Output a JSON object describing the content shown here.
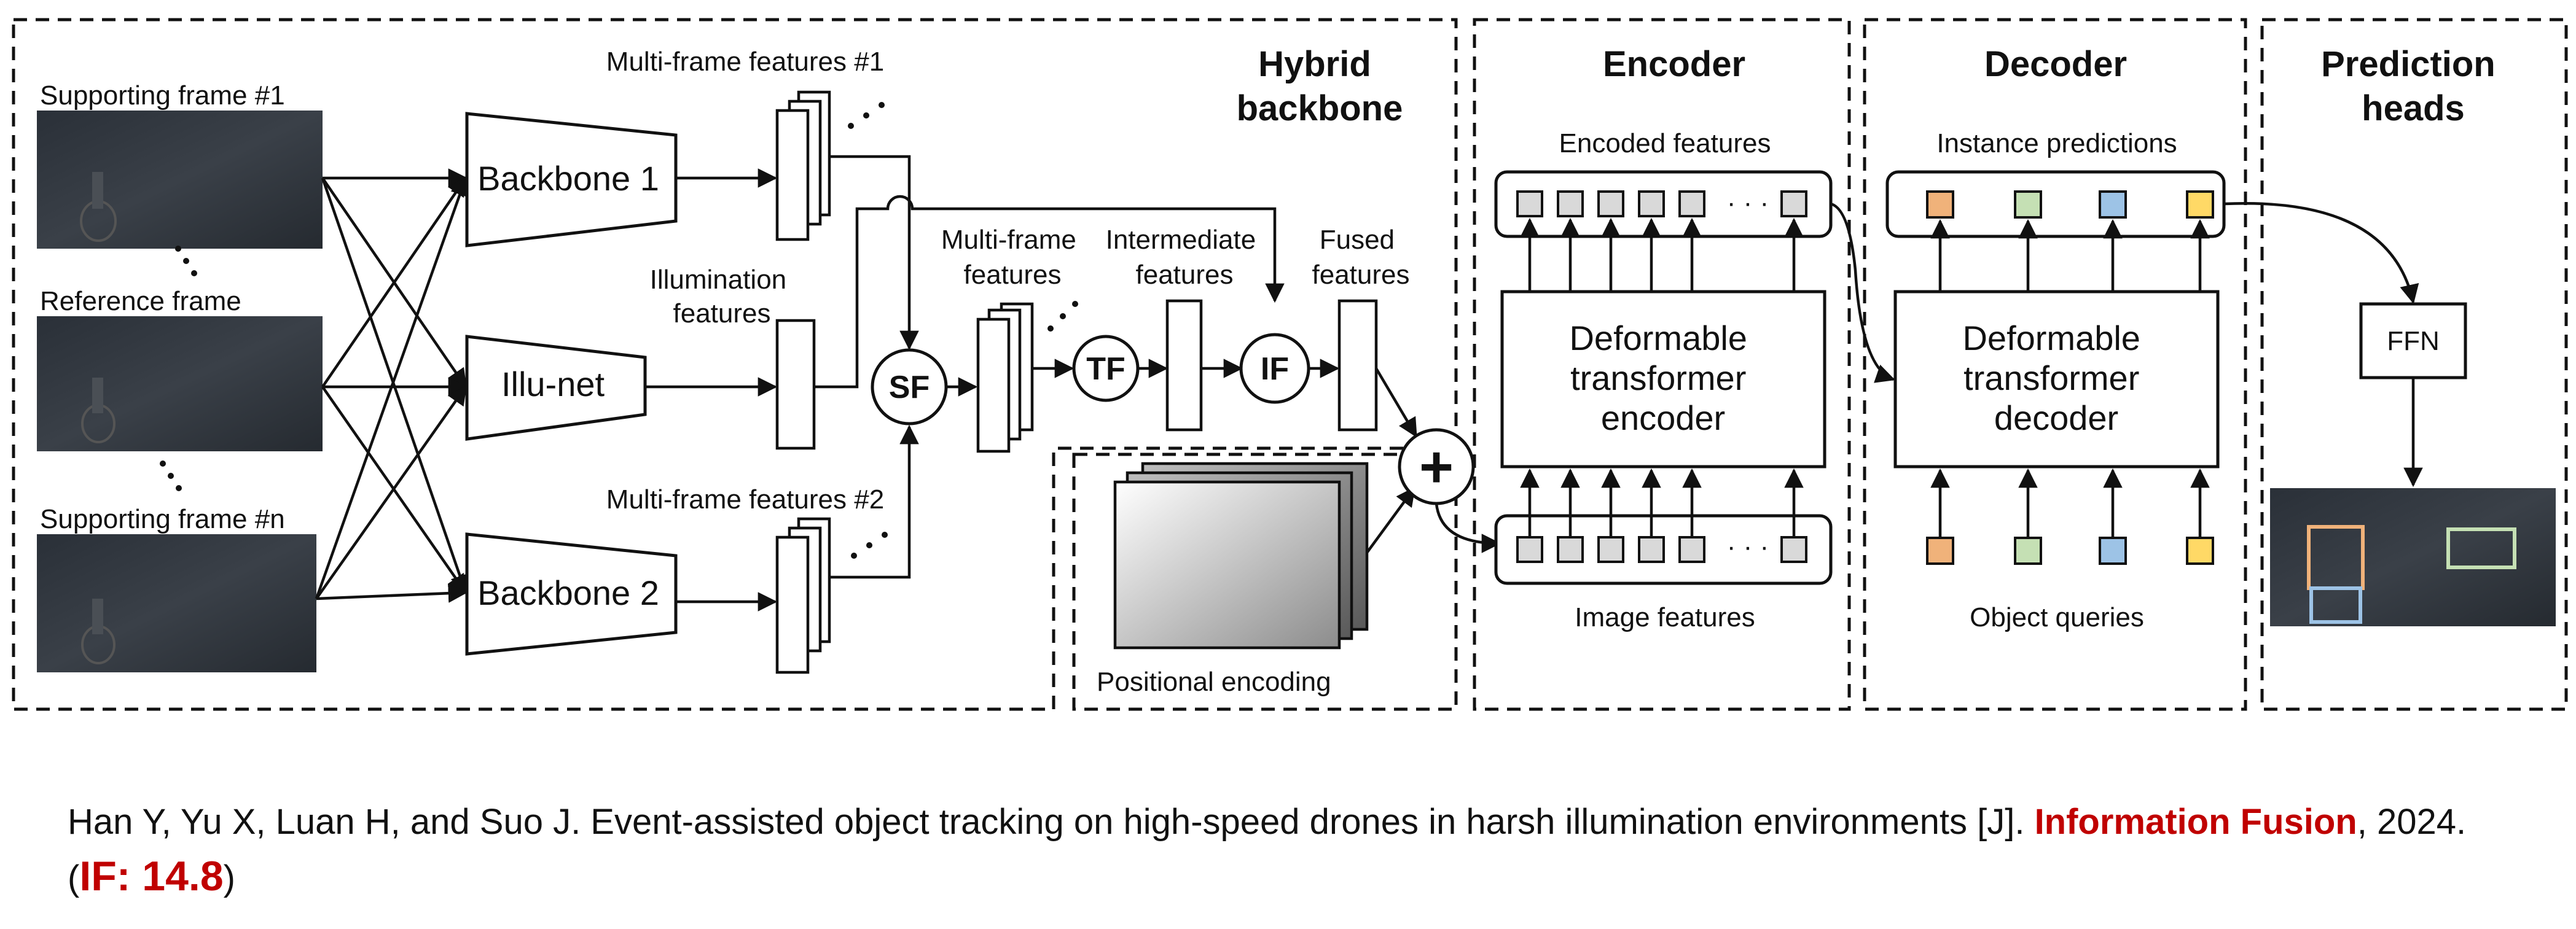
{
  "sections": {
    "hybrid_backbone": [
      "Hybrid",
      "backbone"
    ],
    "encoder": "Encoder",
    "decoder": "Decoder",
    "prediction_heads": [
      "Prediction",
      "heads"
    ]
  },
  "inputs": {
    "supporting_1": "Supporting frame #1",
    "reference": "Reference frame",
    "supporting_n": "Supporting frame #n"
  },
  "blocks": {
    "backbone1": "Backbone 1",
    "illu_net": "Illu-net",
    "backbone2": "Backbone 2",
    "sf": "SF",
    "tf": "TF",
    "if": "IF",
    "plus": "+",
    "deformable_encoder": [
      "Deformable",
      "transformer",
      "encoder"
    ],
    "deformable_decoder": [
      "Deformable",
      "transformer",
      "decoder"
    ],
    "ffn": "FFN"
  },
  "labels": {
    "mf1": "Multi-frame features #1",
    "mf2": "Multi-frame features #2",
    "illum": [
      "Illumination",
      "features"
    ],
    "mf": [
      "Multi-frame",
      "features"
    ],
    "inter": [
      "Intermediate",
      "features"
    ],
    "fused": [
      "Fused",
      "features"
    ],
    "pos_enc": "Positional encoding",
    "encoded": "Encoded features",
    "image": "Image features",
    "instance": "Instance predictions",
    "queries": "Object queries",
    "ellipsis": "· · ·"
  },
  "colors": {
    "orange": "#f0b27a",
    "green": "#c5e0b4",
    "blue": "#9dc3e6",
    "yellow": "#ffd966",
    "token": "#d9d9d9"
  },
  "citation": {
    "text": "Han Y, Yu X, Luan H, and Suo J. Event-assisted object tracking on high-speed drones in harsh illumination environments [J]. ",
    "journal": "Information Fusion",
    "year": ", 2024. (",
    "impact": "IF: 14.8",
    "close": ")"
  }
}
